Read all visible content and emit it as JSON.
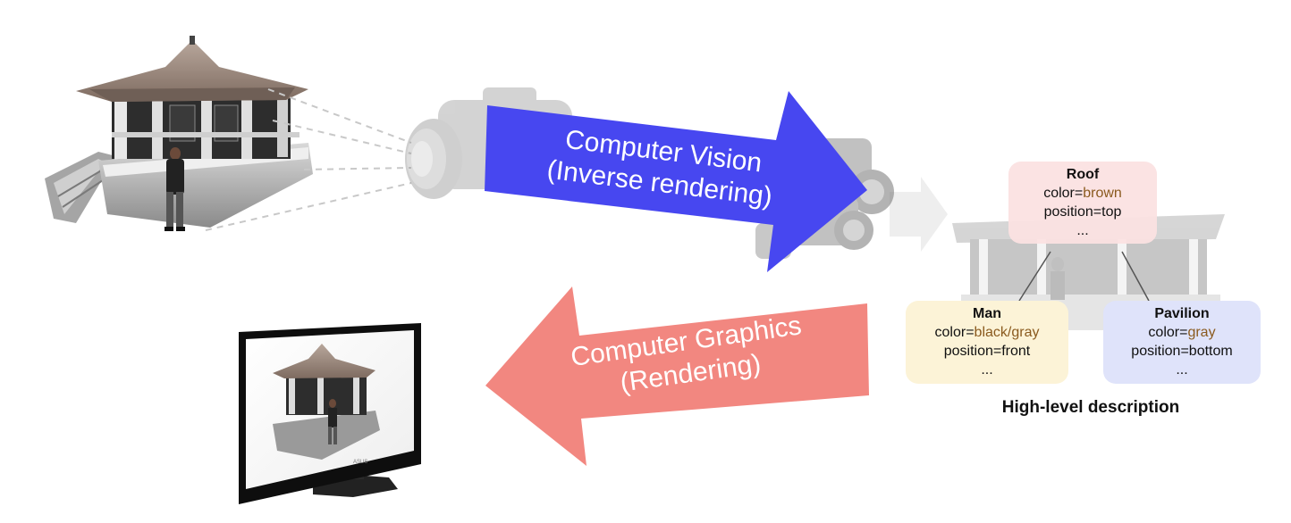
{
  "arrows": {
    "computer_vision": {
      "line1": "Computer Vision",
      "line2": "(Inverse rendering)",
      "color": "#4747f0"
    },
    "computer_graphics": {
      "line1": "Computer Graphics",
      "line2": "(Rendering)",
      "color": "#f28780"
    }
  },
  "description": {
    "caption": "High-level description",
    "roof": {
      "title": "Roof",
      "color_key": "color=",
      "color_val": "brown",
      "position": "position=top",
      "more": "..."
    },
    "man": {
      "title": "Man",
      "color_key": "color=",
      "color_val": "black/gray",
      "position": "position=front",
      "more": "..."
    },
    "pavilion": {
      "title": "Pavilion",
      "color_key": "color=",
      "color_val": "gray",
      "position": "position=bottom",
      "more": "..."
    }
  },
  "monitor": {
    "brand": "ASUS"
  },
  "colors": {
    "roof_box": "#fbe2e2",
    "man_box": "#fcf3d6",
    "pavilion_box": "#dee2fa",
    "value_text": "#8a5a1e"
  }
}
